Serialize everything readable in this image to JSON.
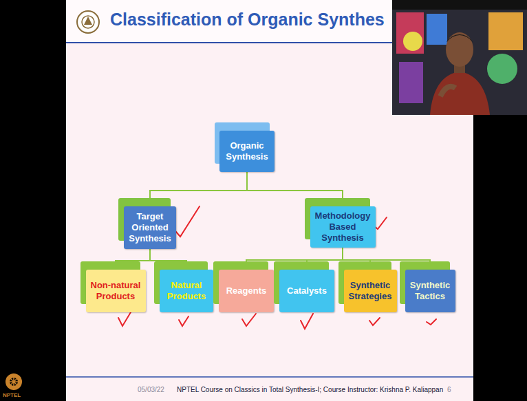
{
  "diagram": {
    "title": "Classification of Organic Synthes",
    "nodes": [
      {
        "text": [
          "Organic Synthesis"
        ]
      },
      {
        "text": [
          "Target Oriented Synthesis"
        ]
      },
      {
        "text": [
          "Methodology Based Synthesis"
        ]
      },
      {
        "text": [
          "Non-natural Products"
        ]
      },
      {
        "text": [
          "Natural Products"
        ]
      },
      {
        "text": [
          "Reagents"
        ]
      },
      {
        "text": [
          "Catalysts"
        ]
      },
      {
        "text": [
          "Synthetic Strategies"
        ]
      },
      {
        "text": [
          "Synthetic Tactics"
        ]
      }
    ],
    "edges": [
      {
        "from": 0,
        "to": 1,
        "arrow": "none"
      },
      {
        "from": 0,
        "to": 2,
        "arrow": "none"
      },
      {
        "from": 1,
        "to": 3,
        "arrow": "none"
      },
      {
        "from": 1,
        "to": 4,
        "arrow": "none"
      },
      {
        "from": 2,
        "to": 5,
        "arrow": "none"
      },
      {
        "from": 2,
        "to": 6,
        "arrow": "none"
      },
      {
        "from": 2,
        "to": 7,
        "arrow": "none"
      },
      {
        "from": 2,
        "to": 8,
        "arrow": "none"
      }
    ],
    "labels": [
      "05/03/22",
      "NPTEL Course on Classics in Total Synthesis-I; Course Instructor: Krishna P. Kaliappan",
      "6",
      "NPTEL"
    ]
  }
}
